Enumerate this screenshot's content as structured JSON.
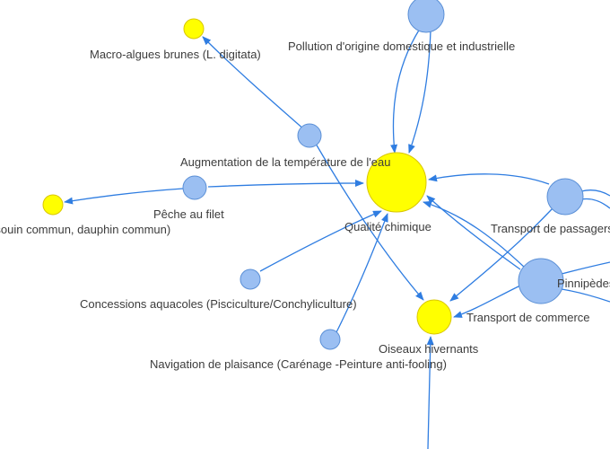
{
  "colors": {
    "edge": "#2f7de1",
    "node_blue": "#9bbff2",
    "node_yellow": "#ffff00"
  },
  "nodes": {
    "pollution": {
      "label": "Pollution d'origine domestique et industrielle"
    },
    "macro_algues": {
      "label": "Macro-algues brunes (L. digitata)"
    },
    "augmentation_temp": {
      "label": "Augmentation de la température de l'eau"
    },
    "marsouin": {
      "label": "Marsouin commun, dauphin commun)"
    },
    "peche_filet": {
      "label": "Pêche au filet"
    },
    "qualite_chimique": {
      "label": "Qualité chimique"
    },
    "transport_passagers": {
      "label": "Transport de passagers"
    },
    "pinnipedes": {
      "label": "Pinnipèdes"
    },
    "transport_commerce": {
      "label": "Transport de commerce"
    },
    "concessions": {
      "label": "Concessions aquacoles (Pisciculture/Conchyliculture)"
    },
    "oiseaux": {
      "label": "Oiseaux hivernants"
    },
    "navigation": {
      "label": "Navigation de plaisance (Carénage -Peinture anti-fooling)"
    }
  }
}
